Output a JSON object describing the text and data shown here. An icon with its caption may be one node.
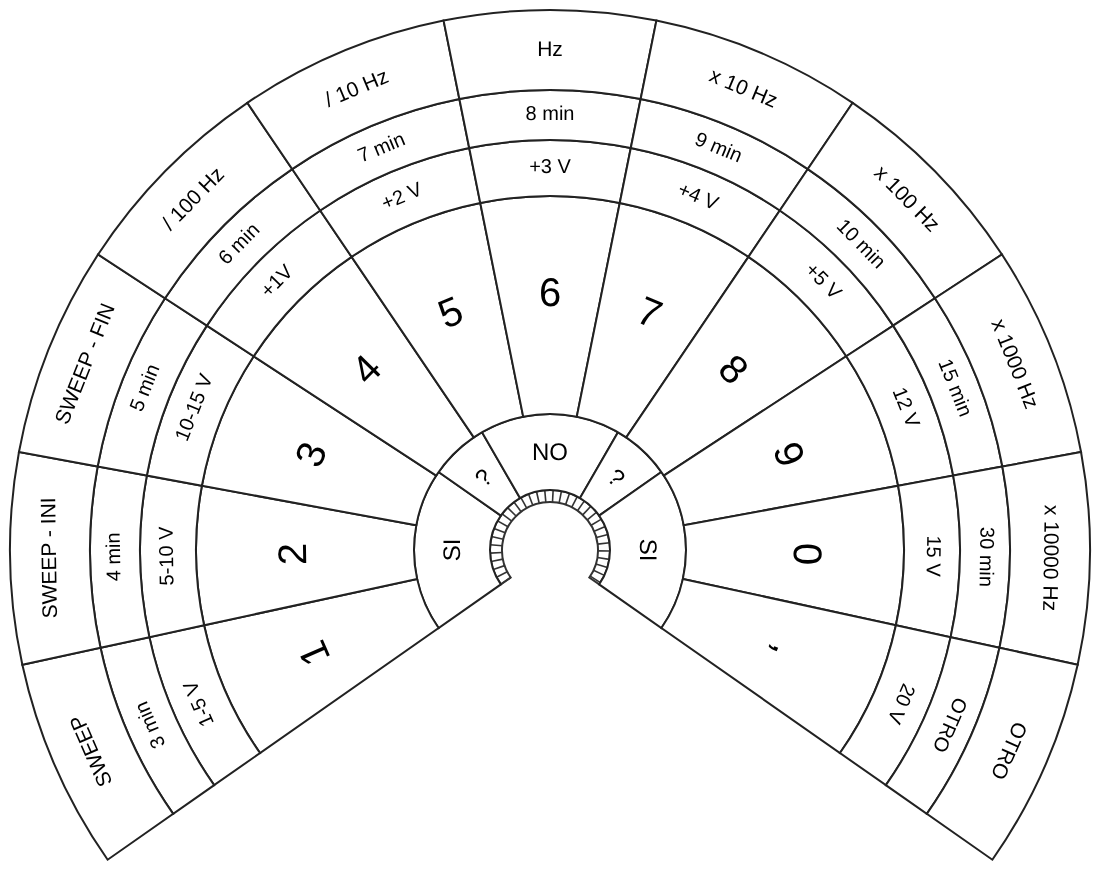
{
  "diagram": {
    "nodes": [
      {
        "text": [
          "SI"
        ]
      },
      {
        "text": [
          "?"
        ]
      },
      {
        "text": [
          "NO"
        ]
      },
      {
        "text": [
          "?"
        ]
      },
      {
        "text": [
          "SI"
        ]
      },
      {
        "text": [
          "1"
        ]
      },
      {
        "text": [
          "2"
        ]
      },
      {
        "text": [
          "3"
        ]
      },
      {
        "text": [
          "4"
        ]
      },
      {
        "text": [
          "5"
        ]
      },
      {
        "text": [
          "6"
        ]
      },
      {
        "text": [
          "7"
        ]
      },
      {
        "text": [
          "8"
        ]
      },
      {
        "text": [
          "9"
        ]
      },
      {
        "text": [
          "0"
        ]
      },
      {
        "text": [
          ","
        ]
      },
      {
        "text": [
          "1-5 V"
        ]
      },
      {
        "text": [
          "5-10 V"
        ]
      },
      {
        "text": [
          "10-15 V"
        ]
      },
      {
        "text": [
          "+1V"
        ]
      },
      {
        "text": [
          "+2 V"
        ]
      },
      {
        "text": [
          "+3 V"
        ]
      },
      {
        "text": [
          "+4 V"
        ]
      },
      {
        "text": [
          "+5 V"
        ]
      },
      {
        "text": [
          "12 V"
        ]
      },
      {
        "text": [
          "15 V"
        ]
      },
      {
        "text": [
          "20 V"
        ]
      },
      {
        "text": [
          "3 min"
        ]
      },
      {
        "text": [
          "4 min"
        ]
      },
      {
        "text": [
          "5 min"
        ]
      },
      {
        "text": [
          "6 min"
        ]
      },
      {
        "text": [
          "7 min"
        ]
      },
      {
        "text": [
          "8 min"
        ]
      },
      {
        "text": [
          "9 min"
        ]
      },
      {
        "text": [
          "10 min"
        ]
      },
      {
        "text": [
          "15 min"
        ]
      },
      {
        "text": [
          "30 min"
        ]
      },
      {
        "text": [
          "OTRO"
        ]
      },
      {
        "text": [
          "SWEEP"
        ]
      },
      {
        "text": [
          "SWEEP - INI"
        ]
      },
      {
        "text": [
          "SWEEP - FIN"
        ]
      },
      {
        "text": [
          "/ 100 Hz"
        ]
      },
      {
        "text": [
          "/ 10 Hz"
        ]
      },
      {
        "text": [
          "Hz"
        ]
      },
      {
        "text": [
          "x 10 Hz"
        ]
      },
      {
        "text": [
          "x 100 Hz"
        ]
      },
      {
        "text": [
          "x 1000 Hz"
        ]
      },
      {
        "text": [
          "x 10000 Hz"
        ]
      },
      {
        "text": [
          "OTRO"
        ]
      }
    ]
  }
}
